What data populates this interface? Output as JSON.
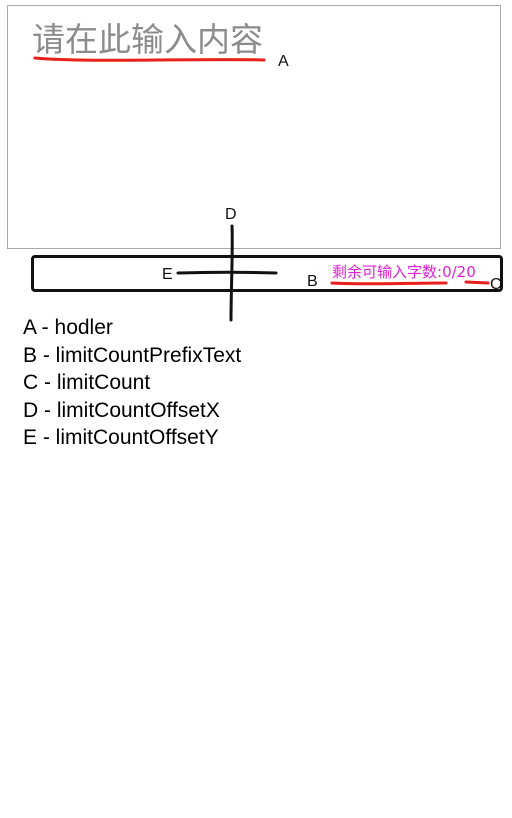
{
  "textarea": {
    "placeholder": "请在此输入内容"
  },
  "counter": {
    "prefix_text": "剩余可输入字数:",
    "count": "0/20"
  },
  "annotation_labels": {
    "a": "A",
    "b": "B",
    "c": "C",
    "d": "D",
    "e": "E"
  },
  "legend": [
    "A - hodler",
    "B - limitCountPrefixText",
    "C - limitCount",
    "D - limitCountOffsetX",
    "E - limitCountOffsetY"
  ],
  "colors": {
    "counter_text": "#e020d8",
    "annotation_underline": "#e8201c",
    "placeholder": "#8c8c8c",
    "textarea_border": "#a9a9a9"
  }
}
